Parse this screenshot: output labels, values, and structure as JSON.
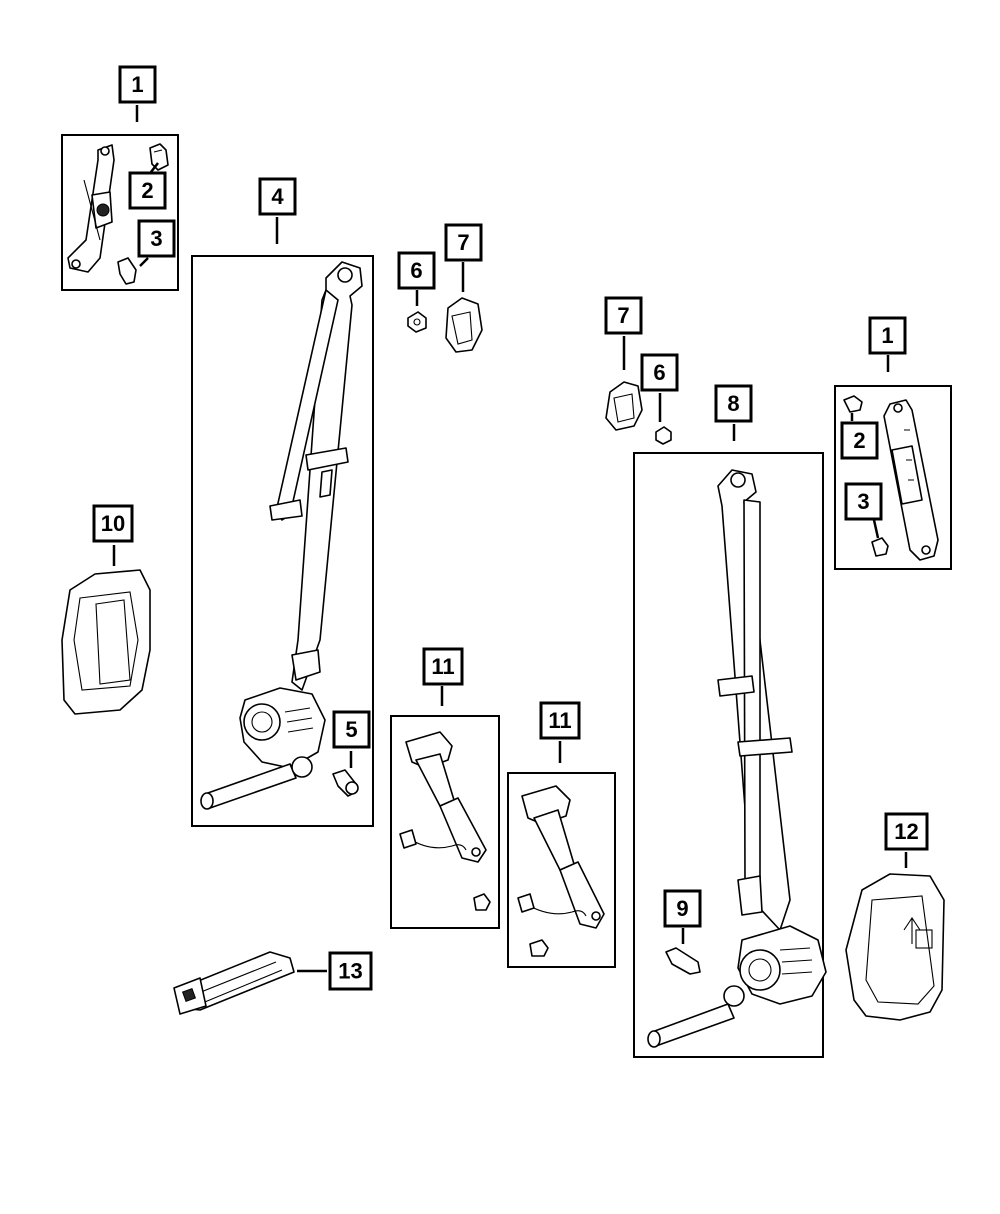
{
  "diagram": {
    "callouts": [
      {
        "id": "c1a",
        "label": "1"
      },
      {
        "id": "c2a",
        "label": "2"
      },
      {
        "id": "c3a",
        "label": "3"
      },
      {
        "id": "c4",
        "label": "4"
      },
      {
        "id": "c5",
        "label": "5"
      },
      {
        "id": "c6a",
        "label": "6"
      },
      {
        "id": "c7a",
        "label": "7"
      },
      {
        "id": "c7b",
        "label": "7"
      },
      {
        "id": "c6b",
        "label": "6"
      },
      {
        "id": "c8",
        "label": "8"
      },
      {
        "id": "c1b",
        "label": "1"
      },
      {
        "id": "c2b",
        "label": "2"
      },
      {
        "id": "c3b",
        "label": "3"
      },
      {
        "id": "c10",
        "label": "10"
      },
      {
        "id": "c11a",
        "label": "11"
      },
      {
        "id": "c11b",
        "label": "11"
      },
      {
        "id": "c9",
        "label": "9"
      },
      {
        "id": "c12",
        "label": "12"
      },
      {
        "id": "c13",
        "label": "13"
      }
    ]
  }
}
